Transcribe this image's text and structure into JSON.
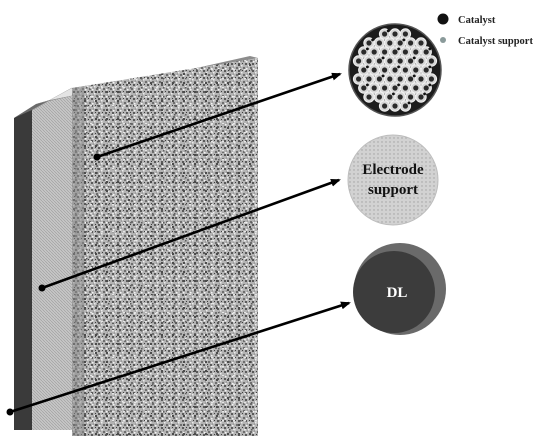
{
  "legend": {
    "items": [
      {
        "label": "Catalyst",
        "color": "#111111"
      },
      {
        "label": "Catalyst support",
        "color": "#8a9a9a"
      }
    ]
  },
  "layers": {
    "catalyst_layer": {
      "color": "#a8a8a8"
    },
    "electrode_support_layer": {
      "color": "#c4c4c4"
    },
    "diffusion_layer": {
      "color": "#4a4a4a"
    }
  },
  "detail_circles": {
    "catalyst": {
      "label": ""
    },
    "electrode_support": {
      "line1": "Electrode",
      "line2": "support",
      "color": "#cfcfcf"
    },
    "dl": {
      "label": "DL",
      "outer_color": "#6a6a6a",
      "inner_color": "#3c3c3c"
    }
  }
}
